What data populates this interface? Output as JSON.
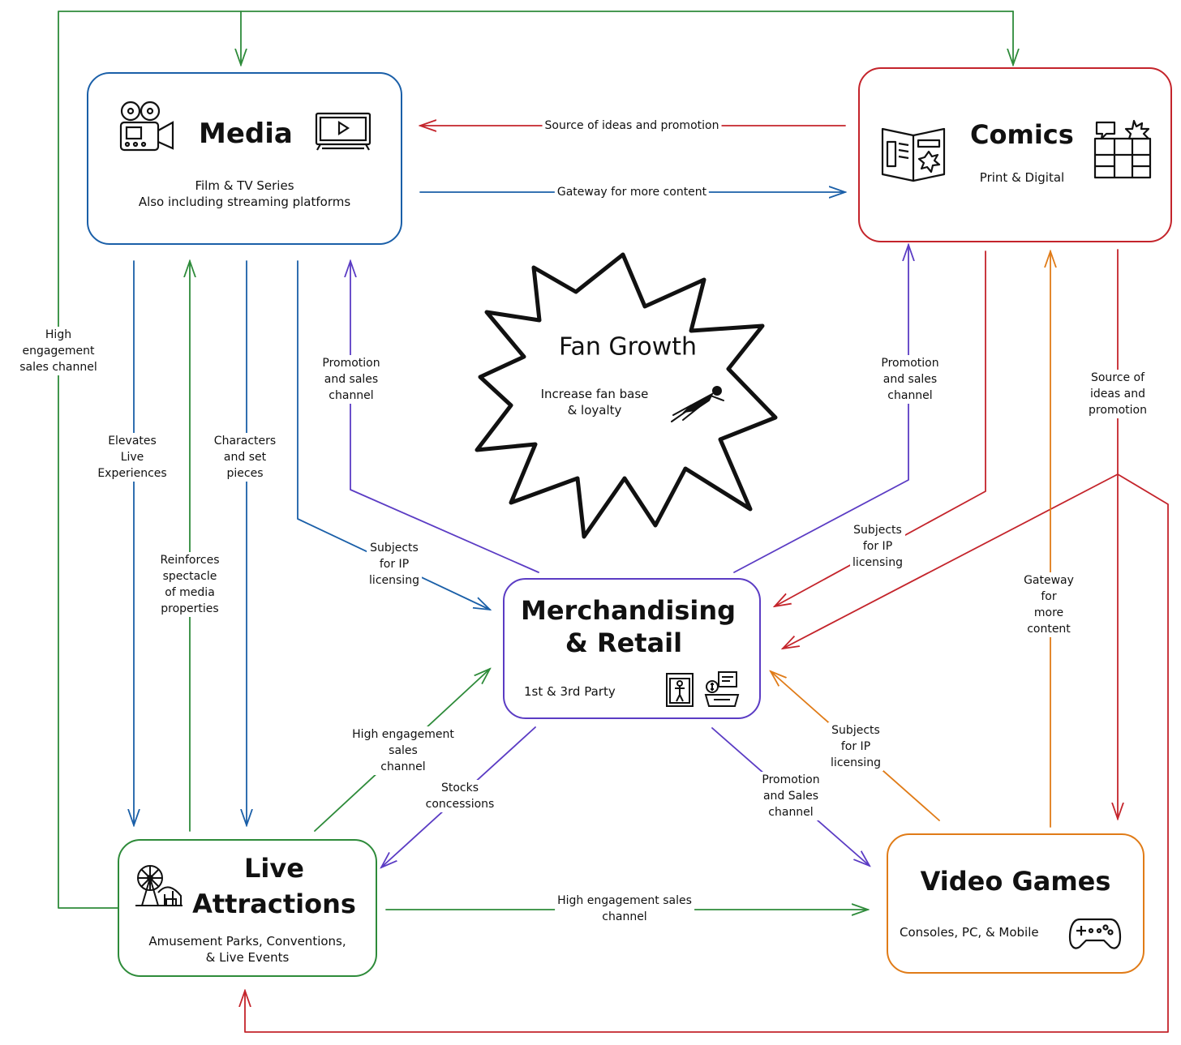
{
  "colors": {
    "media": "#1a5fa8",
    "comics": "#c4242b",
    "merch": "#5b3cc4",
    "live": "#2e8b3a",
    "games": "#e07b17",
    "ink": "#111111"
  },
  "hub": {
    "title": "Fan Growth",
    "subtitle": "Increase fan base\n& loyalty",
    "icon": "flying-hero-icon"
  },
  "nodes": {
    "media": {
      "title": "Media",
      "subtitle": "Film & TV Series\nAlso including streaming platforms",
      "icons": [
        "film-camera-icon",
        "television-icon"
      ]
    },
    "comics": {
      "title": "Comics",
      "subtitle": "Print & Digital",
      "icons": [
        "open-comic-book-icon",
        "comic-panels-icon"
      ]
    },
    "merch": {
      "title": "Merchandising\n& Retail",
      "subtitle": "1st & 3rd Party",
      "icons": [
        "action-figure-box-icon",
        "retail-cashier-icon"
      ]
    },
    "live": {
      "title": "Live\nAttractions",
      "subtitle": "Amusement Parks, Conventions,\n& Live Events",
      "icons": [
        "ferris-wheel-icon"
      ]
    },
    "games": {
      "title": "Video Games",
      "subtitle": "Consoles, PC, & Mobile",
      "icons": [
        "game-controller-icon"
      ]
    }
  },
  "edge_labels": {
    "comics_to_media": "Source of ideas and promotion",
    "media_to_comics": "Gateway for more content",
    "live_outer_loop": "High\nengagement\nsales channel",
    "media_to_live_elevates": "Elevates\nLive\nExperiences",
    "live_to_media_reinforces": "Reinforces\nspectacle\nof media\nproperties",
    "media_to_live_characters": "Characters\nand set\npieces",
    "merch_to_media_promotion": "Promotion\nand sales\nchannel",
    "media_to_merch_licensing": "Subjects\nfor IP\nlicensing",
    "merch_to_comics_promotion": "Promotion\nand sales\nchannel",
    "comics_to_merch_licensing": "Subjects\nfor IP\nlicensing",
    "games_to_comics_gateway": "Gateway\nfor\nmore\ncontent",
    "comics_to_games_source": "Source of\nideas and\npromotion",
    "live_to_merch_sales": "High engagement\nsales\nchannel",
    "merch_to_live_concessions": "Stocks\nconcessions",
    "merch_to_games_promotion": "Promotion\nand Sales\nchannel",
    "games_to_merch_licensing": "Subjects\nfor IP\nlicensing",
    "live_to_games_sales": "High engagement sales\nchannel"
  }
}
